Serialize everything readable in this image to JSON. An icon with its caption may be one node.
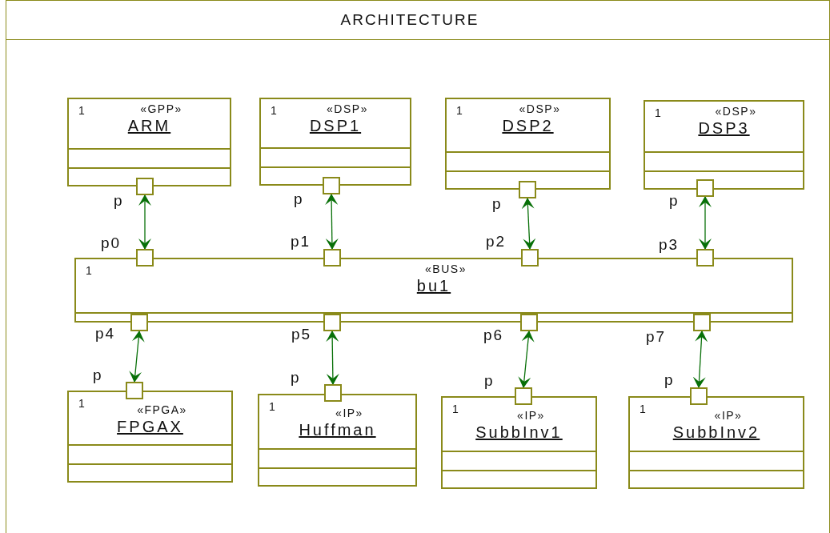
{
  "diagram": {
    "nodes": [
      {
        "text": [
          "ARCHITECTURE"
        ]
      },
      {
        "text": [
          "1",
          "«GPP»",
          "ARM"
        ],
        "in": 0
      },
      {
        "text": [
          "1",
          "«DSP»",
          "DSP1"
        ],
        "in": 0
      },
      {
        "text": [
          "1",
          "«DSP»",
          "DSP2"
        ],
        "in": 0
      },
      {
        "text": [
          "1",
          "«DSP»",
          "DSP3"
        ],
        "in": 0
      },
      {
        "text": [],
        "shape": "box",
        "in": 0
      },
      {
        "text": [],
        "shape": "box",
        "in": 0
      },
      {
        "text": [],
        "shape": "box",
        "in": 0
      },
      {
        "text": [],
        "shape": "box",
        "in": 0
      },
      {
        "text": [
          "1",
          "«BUS»",
          "bu1"
        ],
        "in": 0
      },
      {
        "text": [],
        "shape": "box",
        "in": 0
      },
      {
        "text": [],
        "shape": "box",
        "in": 0
      },
      {
        "text": [],
        "shape": "box",
        "in": 0
      },
      {
        "text": [],
        "shape": "box",
        "in": 0
      },
      {
        "text": [],
        "shape": "box",
        "in": 0
      },
      {
        "text": [],
        "shape": "box",
        "in": 0
      },
      {
        "text": [],
        "shape": "box",
        "in": 0
      },
      {
        "text": [],
        "shape": "box",
        "in": 0
      },
      {
        "text": [
          "1",
          "«FPGA»",
          "FPGAX"
        ],
        "in": 0
      },
      {
        "text": [
          "1",
          "«IP»",
          "Huffman"
        ],
        "in": 0
      },
      {
        "text": [
          "1",
          "«IP»",
          "SubbInv1"
        ],
        "in": 0
      },
      {
        "text": [
          "1",
          "«IP»",
          "SubbInv2"
        ],
        "in": 0
      },
      {
        "text": [],
        "shape": "box",
        "in": 0
      },
      {
        "text": [],
        "shape": "box",
        "in": 0
      },
      {
        "text": [],
        "shape": "box",
        "in": 0
      },
      {
        "text": [],
        "shape": "box",
        "in": 0
      }
    ],
    "edges": [
      {
        "from": 5,
        "to": 10,
        "arrow": "both"
      },
      {
        "from": 6,
        "to": 11,
        "arrow": "both"
      },
      {
        "from": 7,
        "to": 12,
        "arrow": "both"
      },
      {
        "from": 8,
        "to": 13,
        "arrow": "both"
      },
      {
        "from": 14,
        "to": 22,
        "arrow": "both"
      },
      {
        "from": 15,
        "to": 23,
        "arrow": "both"
      },
      {
        "from": 16,
        "to": 24,
        "arrow": "both"
      },
      {
        "from": 17,
        "to": 25,
        "arrow": "both"
      }
    ],
    "labels": [
      "p",
      "p",
      "p",
      "p",
      "p0",
      "p1",
      "p2",
      "p3",
      "p4",
      "p5",
      "p6",
      "p7",
      "p",
      "p",
      "p",
      "p"
    ]
  }
}
